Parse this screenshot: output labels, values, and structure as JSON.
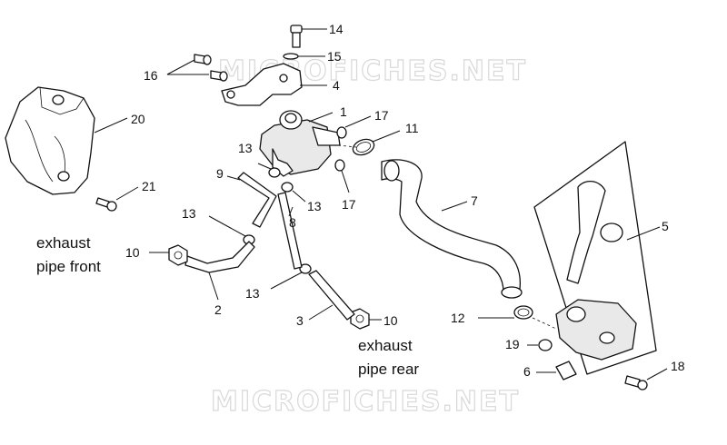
{
  "watermark": "MICROFICHES.NET",
  "captions": {
    "front_line1": "exhaust",
    "front_line2": "pipe front",
    "rear_line1": "exhaust",
    "rear_line2": "pipe rear"
  },
  "callouts": [
    {
      "id": "c14",
      "label": "14"
    },
    {
      "id": "c15",
      "label": "15"
    },
    {
      "id": "c16",
      "label": "16"
    },
    {
      "id": "c4",
      "label": "4"
    },
    {
      "id": "c1",
      "label": "1"
    },
    {
      "id": "c17a",
      "label": "17"
    },
    {
      "id": "c11",
      "label": "11"
    },
    {
      "id": "c20",
      "label": "20"
    },
    {
      "id": "c13a",
      "label": "13"
    },
    {
      "id": "c9",
      "label": "9"
    },
    {
      "id": "c13b",
      "label": "13"
    },
    {
      "id": "c17b",
      "label": "17"
    },
    {
      "id": "c8",
      "label": "8"
    },
    {
      "id": "c21",
      "label": "21"
    },
    {
      "id": "c13c",
      "label": "13"
    },
    {
      "id": "c7",
      "label": "7"
    },
    {
      "id": "c5",
      "label": "5"
    },
    {
      "id": "c10a",
      "label": "10"
    },
    {
      "id": "c2",
      "label": "2"
    },
    {
      "id": "c13d",
      "label": "13"
    },
    {
      "id": "c3",
      "label": "3"
    },
    {
      "id": "c10b",
      "label": "10"
    },
    {
      "id": "c12",
      "label": "12"
    },
    {
      "id": "c19",
      "label": "19"
    },
    {
      "id": "c6",
      "label": "6"
    },
    {
      "id": "c18",
      "label": "18"
    }
  ]
}
